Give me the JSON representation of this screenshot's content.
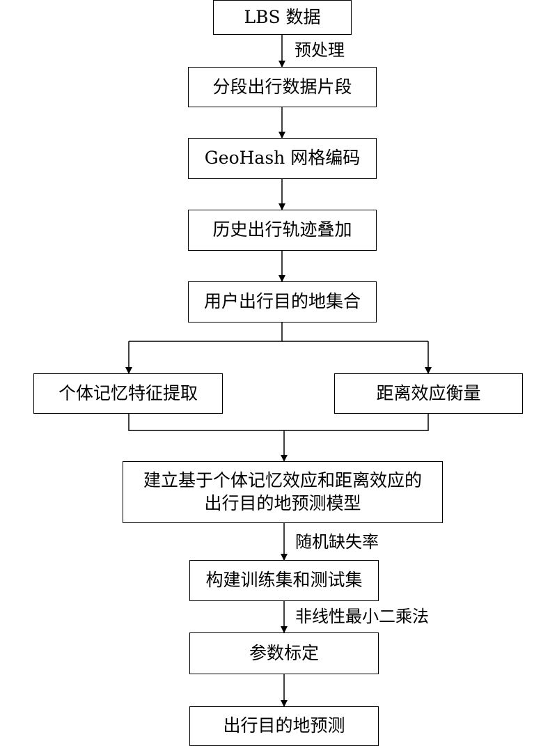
{
  "nodes": {
    "lbs": "LBS 数据",
    "segment": "分段出行数据片段",
    "geohash": "GeoHash 网格编码",
    "overlay": "历史出行轨迹叠加",
    "dest_set": "用户出行目的地集合",
    "memory": "个体记忆特征提取",
    "distance": "距离效应衡量",
    "model_line1": "建立基于个体记忆效应和距离效应的",
    "model_line2": "出行目的地预测模型",
    "split": "构建训练集和测试集",
    "calib": "参数标定",
    "predict": "出行目的地预测"
  },
  "edge_labels": {
    "preprocess": "预处理",
    "random_missing": "随机缺失率",
    "nls": "非线性最小二乘法"
  }
}
